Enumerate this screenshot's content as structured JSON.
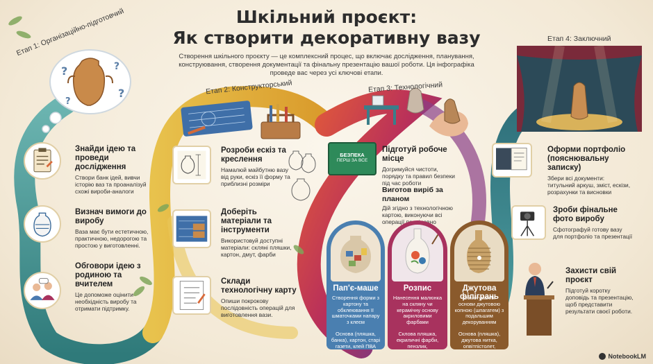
{
  "title": {
    "line1": "Шкільний проєкт:",
    "line2": "Як створити декоративну вазу"
  },
  "intro": "Створення шкільного проєкту — це комплексний процес, що включає дослідження, планування, конструювання, створення документації та фінальну презентацію вашої роботи. Ця інфографіка проведе вас через усі ключові етапи.",
  "stages": [
    {
      "label": "Етап 1: Організаційно-підготовчий"
    },
    {
      "label": "Етап 2: Конструкторський"
    },
    {
      "label": "Етап 3: Технологічний"
    },
    {
      "label": "Етап 4: Заключний"
    }
  ],
  "stage1": [
    {
      "title": "Знайди ідею та проведи дослідження",
      "text": "Створи банк ідей, вивчи історію ваз та проаналізуй схожі вироби-аналоги",
      "icon": "clipboard-icon"
    },
    {
      "title": "Визнач вимоги до виробу",
      "text": "Ваза має бути естетичною, практичною, недорогою та простою у виготовленні.",
      "icon": "vase-icon"
    },
    {
      "title": "Обговори ідею з родиною та вчителем",
      "text": "Це допоможе оцінити необхідність виробу та отримати підтримку.",
      "icon": "people-icon"
    }
  ],
  "stage2": [
    {
      "title": "Розроби ескіз та креслення",
      "text": "Намалюй майбутню вазу від руки, ескіз її форму та приблизні розміри",
      "icon": "sketch-icon"
    },
    {
      "title": "Доберіть матеріали та інструменти",
      "text": "Використовуй доступні матеріали: скляні пляшки, картон, дмут, фарби",
      "icon": "tools-icon"
    },
    {
      "title": "Склади технологічну карту",
      "text": "Опиши покрокову послідовність операцій для виготовлення вази.",
      "icon": "techcard-icon"
    }
  ],
  "stage3": [
    {
      "title": "Підготуй робоче місце",
      "text": "Догримуйся чистоти, порядку та правил безпеки під час роботи",
      "icon": "safety-sign-icon"
    },
    {
      "title": "Виготов виріб за планом",
      "text": "Дій згідно з технологічною картою, виконуючи всі операції послідовно",
      "icon": "hands-icon"
    }
  ],
  "sign": {
    "line1": "БЕЗПЕКА",
    "line2": "ПЕРШ ЗА ВСЕ"
  },
  "techniques": [
    {
      "title": "Пап'є-маше",
      "desc": "Створення форми з картону та обклеювання її шматочками напару з клеєм",
      "materials": "Основа (пляшка, банка), картон, старі газети, клей ПВА",
      "color": "#4a7fb0"
    },
    {
      "title": "Розпис",
      "desc": "Нанесення малюнка на скляну чи керамічну основу акриловими фарбами",
      "materials": "Склова пляшка, екриличні фарби, пензлик, перманентний меркер",
      "color": "#a8325e"
    },
    {
      "title": "Джутова філігрань",
      "desc": "Обмотування основи джутовою копною (шпагатем) з подальшим декоруванням",
      "materials": "Основа (пляшка), джутова нитка, опвітпістолет, намистони",
      "color": "#8a5a2c"
    }
  ],
  "stage4": [
    {
      "title": "Оформи портфоліо (пояснювальну записку)",
      "text": "Збери всі документи: титульний аркуш, зміст, ескізи, розрахунки та висновки",
      "icon": "portfolio-icon"
    },
    {
      "title": "Зроби фінальне фото виробу",
      "text": "Сфотографуй готову вазу для портфоліо та презентації",
      "icon": "camera-icon"
    },
    {
      "title": "Захисти свій проєкт",
      "text": "Підготуй коротку доповідь та презентацію, щоб представити результати своєї роботи.",
      "icon": "speaker-icon"
    }
  ],
  "logo": "NotebookLM",
  "colors": {
    "road_teal": "#3f8e8c",
    "road_yellow": "#e7b63a",
    "road_red": "#c4434b",
    "road_purple": "#6f3f86"
  }
}
